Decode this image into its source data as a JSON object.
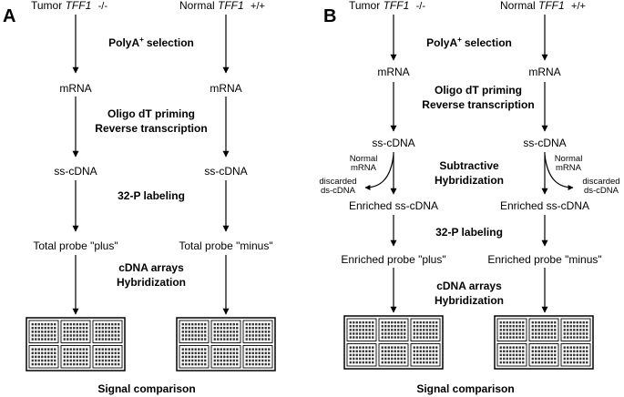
{
  "panel_a": {
    "letter": "A",
    "tumor_prefix": "Tumor",
    "tumor_gene": "TFF1",
    "tumor_genotype": "-/-",
    "normal_prefix": "Normal",
    "normal_gene": "TFF1",
    "normal_genotype": "+/+",
    "polya_base": "PolyA",
    "polya_sup": "+",
    "polya_rest": "selection",
    "mrna": "mRNA",
    "oligo_line1": "Oligo dT priming",
    "oligo_line2": "Reverse transcription",
    "sscdna": "ss-cDNA",
    "labeling": "32-P labeling",
    "probe_plus": "Total probe \"plus\"",
    "probe_minus": "Total probe \"minus\"",
    "arrays_line1": "cDNA arrays",
    "arrays_line2": "Hybridization",
    "signal": "Signal comparison"
  },
  "panel_b": {
    "letter": "B",
    "tumor_prefix": "Tumor",
    "tumor_gene": "TFF1",
    "tumor_genotype": "-/-",
    "normal_prefix": "Normal",
    "normal_gene": "TFF1",
    "normal_genotype": "+/+",
    "polya_base": "PolyA",
    "polya_sup": "+",
    "polya_rest": "selection",
    "mrna": "mRNA",
    "oligo_line1": "Oligo dT priming",
    "oligo_line2": "Reverse transcription",
    "sscdna": "ss-cDNA",
    "normal_mrna_line1": "Normal",
    "normal_mrna_line2": "mRNA",
    "discarded_line1": "discarded",
    "discarded_line2": "ds-cDNA",
    "subtractive_line1": "Subtractive",
    "subtractive_line2": "Hybridization",
    "enriched_sscdna": "Enriched ss-cDNA",
    "labeling": "32-P labeling",
    "probe_plus": "Enriched probe \"plus\"",
    "probe_minus": "Enriched probe \"minus\"",
    "arrays_line1": "cDNA arrays",
    "arrays_line2": "Hybridization",
    "signal": "Signal comparison"
  }
}
